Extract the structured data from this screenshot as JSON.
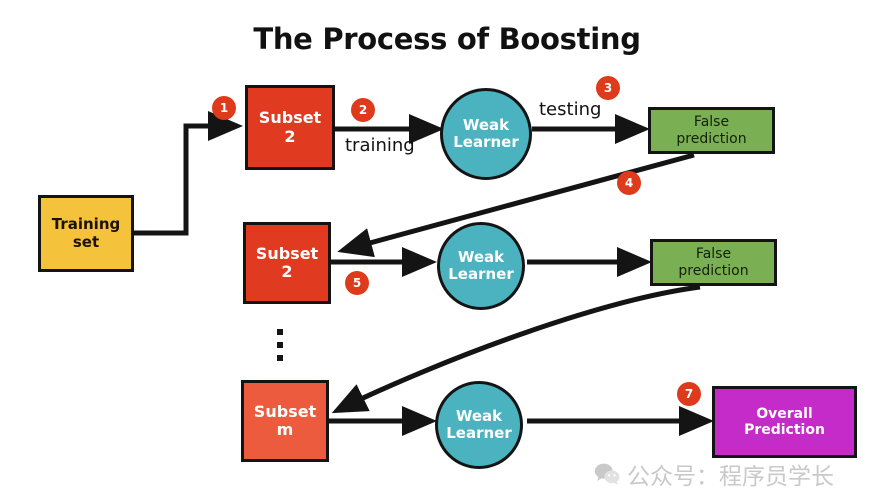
{
  "title": "The Process of Boosting",
  "colors": {
    "subset": "#E03A20",
    "subset_light": "#ED5B3F",
    "training": "#F5C33B",
    "learner": "#4BB3BF",
    "false_prediction": "#7AAF54",
    "overall_prediction": "#C52BC9",
    "badge": "#DE3A1C",
    "stroke": "#141414",
    "watermark": "#c9c9c9",
    "background": "#ffffff"
  },
  "nodes": {
    "training_set": {
      "label": "Training\nset",
      "line1": "Training",
      "line2": "set"
    },
    "subset_row1": {
      "line1": "Subset",
      "line2": "2"
    },
    "subset_row2": {
      "line1": "Subset",
      "line2": "2"
    },
    "subset_row3": {
      "line1": "Subset",
      "line2": "m"
    },
    "learner_row1": {
      "line1": "Weak",
      "line2": "Learner"
    },
    "learner_row2": {
      "line1": "Weak",
      "line2": "Learner"
    },
    "learner_row3": {
      "line1": "Weak",
      "line2": "Learner"
    },
    "false_row1": {
      "line1": "False",
      "line2": "prediction"
    },
    "false_row2": {
      "line1": "False",
      "line2": "prediction"
    },
    "overall": {
      "line1": "Overall",
      "line2": "Prediction"
    }
  },
  "edge_labels": {
    "training": "training",
    "testing": "testing"
  },
  "badges": [
    {
      "id": "1",
      "label": "1"
    },
    {
      "id": "2",
      "label": "2"
    },
    {
      "id": "3",
      "label": "3"
    },
    {
      "id": "4",
      "label": "4"
    },
    {
      "id": "5",
      "label": "5"
    },
    {
      "id": "7",
      "label": "7"
    }
  ],
  "ellipsis": {
    "name": "vertical-ellipsis",
    "dots": 3
  },
  "watermark": {
    "icon": "wechat-icon",
    "text": "公众号：程序员学长"
  }
}
